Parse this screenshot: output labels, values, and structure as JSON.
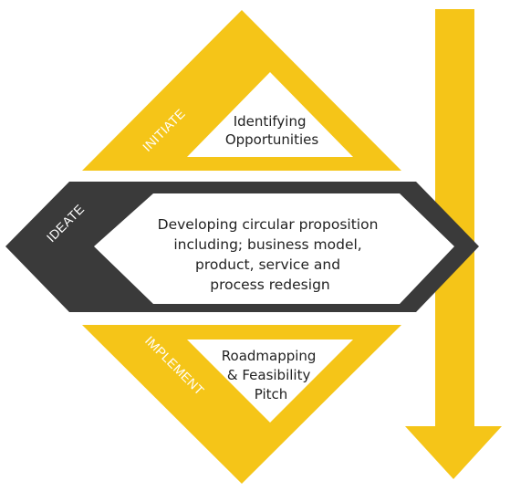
{
  "colors": {
    "yellow": "#F5C518",
    "dark": "#3A3A3A",
    "white": "#FFFFFF",
    "text": "#222222",
    "label": "#FFFFFF"
  },
  "icons": {
    "direction": "down-arrow-icon"
  },
  "phases": {
    "initiate": {
      "label": "INITIATE",
      "lines": [
        "Identifying",
        "Opportunities"
      ]
    },
    "ideate": {
      "label": "IDEATE",
      "lines": [
        "Developing circular proposition",
        "including; business model,",
        "product, service and",
        "process redesign"
      ]
    },
    "implement": {
      "label": "IMPLEMENT",
      "lines": [
        "Roadmapping",
        "& Feasibility",
        "Pitch"
      ]
    }
  }
}
